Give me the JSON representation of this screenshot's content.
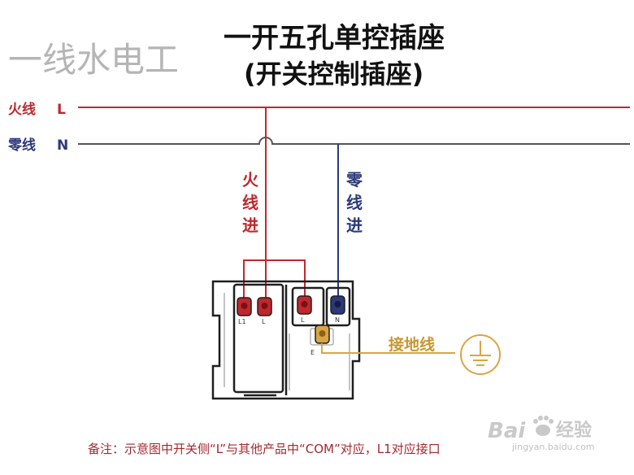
{
  "watermark_brand": "一线水电工",
  "title": {
    "line1": "一开五孔单控插座",
    "line2": "(开关控制插座)"
  },
  "lines": {
    "live": {
      "label": "火线",
      "letter": "L"
    },
    "neutral": {
      "label": "零线",
      "letter": "N"
    }
  },
  "wire_labels": {
    "live_in": [
      "火",
      "线",
      "进"
    ],
    "neutral_in": [
      "零",
      "线",
      "进"
    ]
  },
  "terminals": {
    "switch_l1": "L1",
    "switch_l": "L",
    "socket_l": "L",
    "socket_n": "N",
    "socket_ground": "E"
  },
  "ground_label": "接地线",
  "note": "备注：示意图中开关侧“L”与其他产品中“COM”对应，L1对应接口",
  "baidu_watermark": {
    "logo": "Bai",
    "brand": "经验",
    "url": "jingyan.baidu.com"
  },
  "colors": {
    "live": "#c0282d",
    "neutral": "#2b3a7a",
    "ground": "#d9a545",
    "outline": "#1f1f1f",
    "wire_grey": "#555555",
    "brand_grey": "#b5b5b5"
  }
}
